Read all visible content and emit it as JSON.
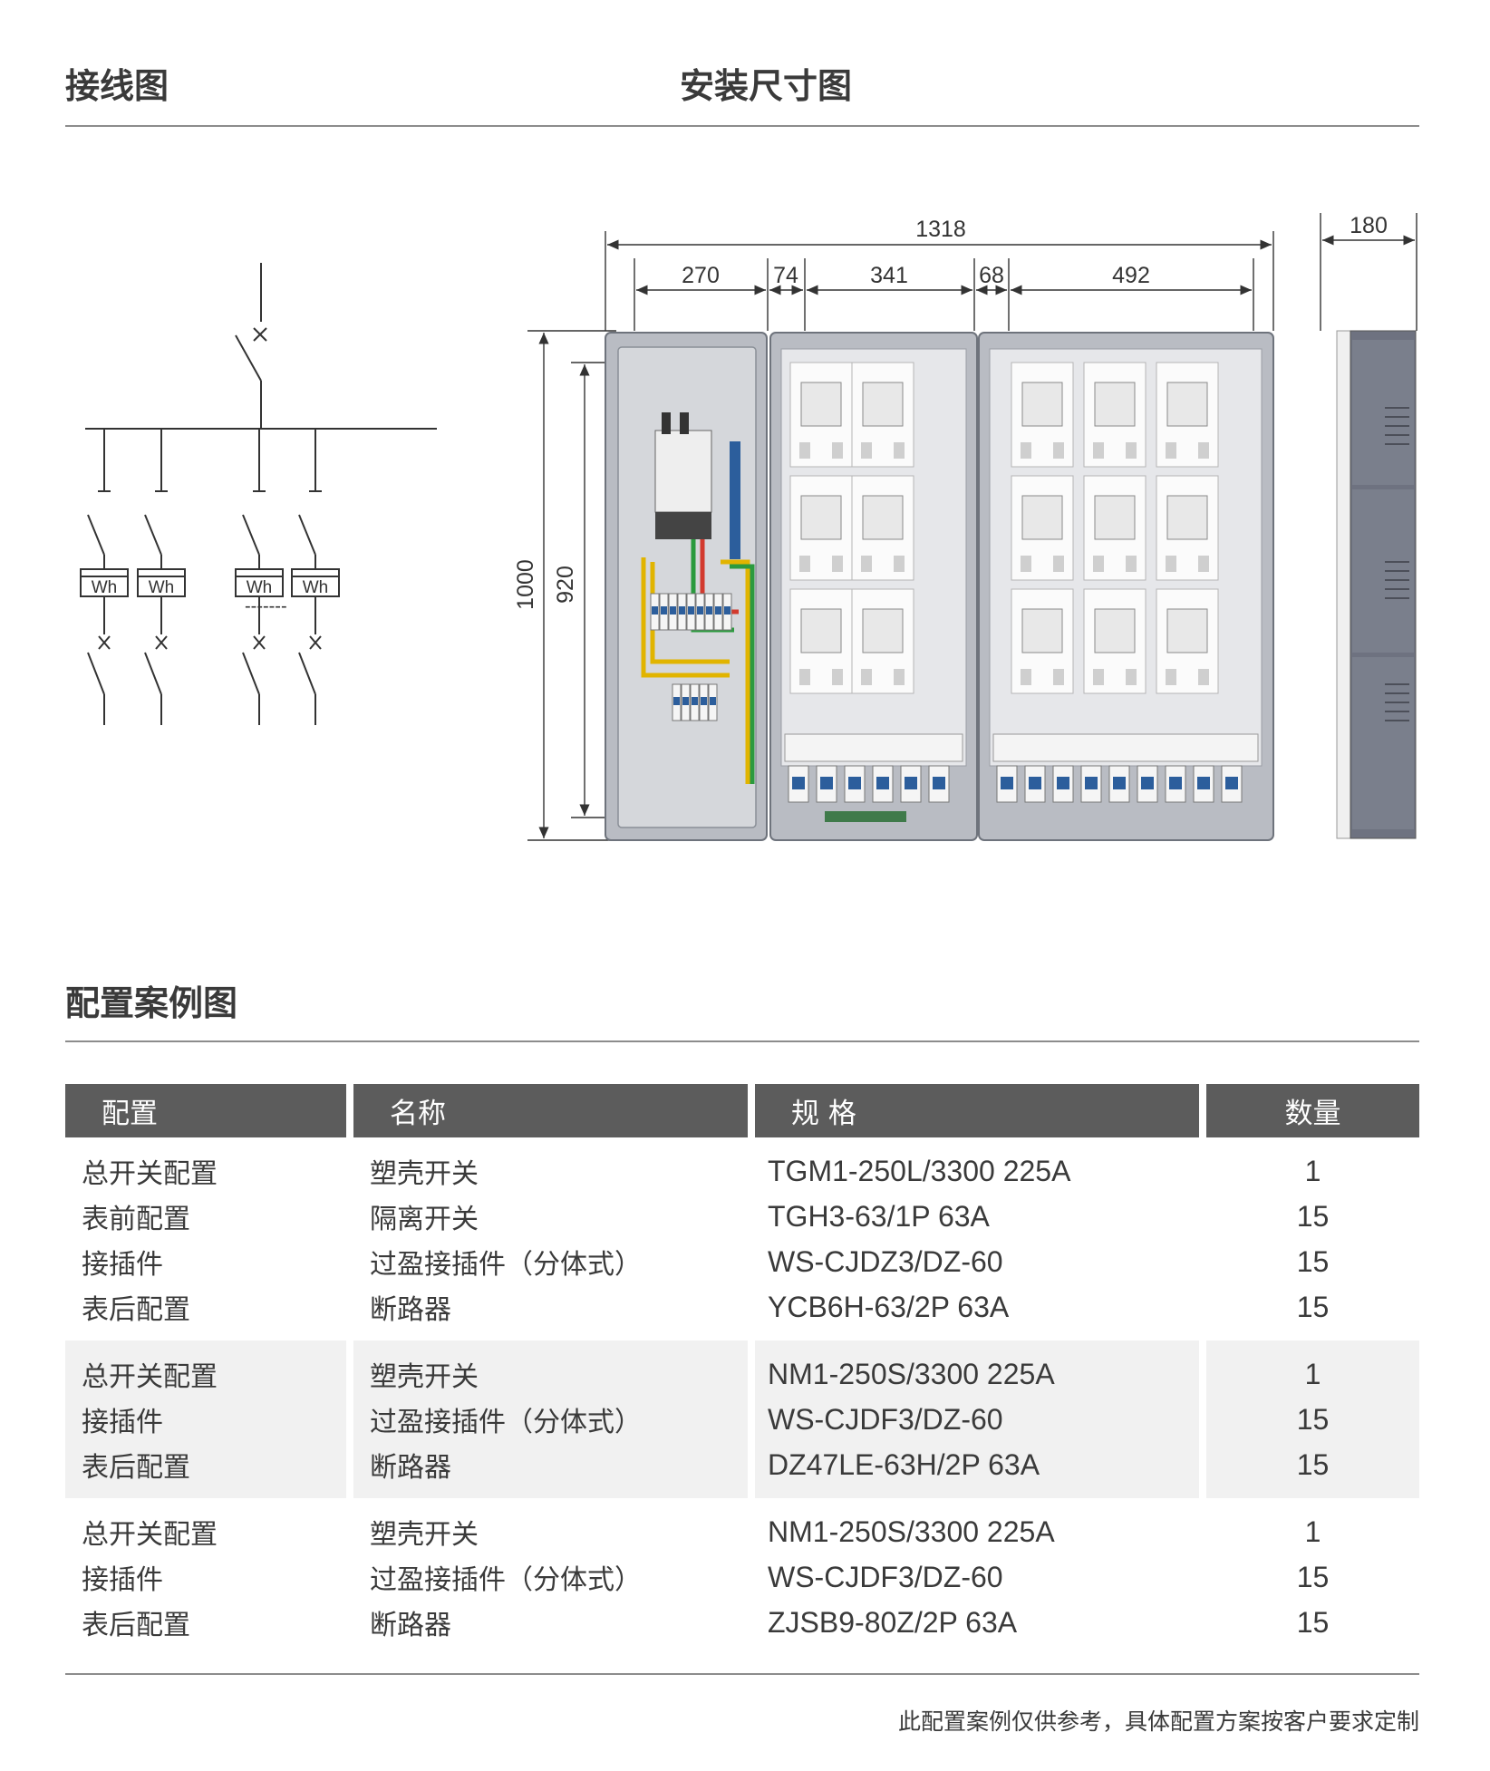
{
  "headings": {
    "wiring": "接线图",
    "install": "安装尺寸图",
    "config": "配置案例图"
  },
  "wiring": {
    "meter_label": "Wh",
    "ellipsis": "-------"
  },
  "dimensions": {
    "total_width": "1318",
    "d1": "270",
    "d2": "74",
    "d3": "341",
    "d4": "68",
    "d5": "492",
    "depth": "180",
    "height": "1000",
    "inner_height": "920"
  },
  "table": {
    "headers": {
      "config": "配置",
      "name": "名称",
      "spec": "规 格",
      "qty": "数量"
    },
    "groups": [
      {
        "rows": [
          {
            "config": "总开关配置",
            "name": "塑壳开关",
            "spec": "TGM1-250L/3300 225A",
            "qty": "1"
          },
          {
            "config": "表前配置",
            "name": "隔离开关",
            "spec": "TGH3-63/1P 63A",
            "qty": "15"
          },
          {
            "config": "接插件",
            "name": "过盈接插件（分体式）",
            "spec": "WS-CJDZ3/DZ-60",
            "qty": "15"
          },
          {
            "config": "表后配置",
            "name": "断路器",
            "spec": "YCB6H-63/2P 63A",
            "qty": "15"
          }
        ]
      },
      {
        "rows": [
          {
            "config": "总开关配置",
            "name": "塑壳开关",
            "spec": "NM1-250S/3300 225A",
            "qty": "1"
          },
          {
            "config": "接插件",
            "name": "过盈接插件（分体式）",
            "spec": "WS-CJDF3/DZ-60",
            "qty": "15"
          },
          {
            "config": "表后配置",
            "name": "断路器",
            "spec": "DZ47LE-63H/2P 63A",
            "qty": "15"
          }
        ]
      },
      {
        "rows": [
          {
            "config": "总开关配置",
            "name": "塑壳开关",
            "spec": "NM1-250S/3300 225A",
            "qty": "1"
          },
          {
            "config": "接插件",
            "name": "过盈接插件（分体式）",
            "spec": "WS-CJDF3/DZ-60",
            "qty": "15"
          },
          {
            "config": "表后配置",
            "name": "断路器",
            "spec": "ZJSB9-80Z/2P 63A",
            "qty": "15"
          }
        ]
      }
    ]
  },
  "footnote": "此配置案例仅供参考，具体配置方案按客户要求定制"
}
